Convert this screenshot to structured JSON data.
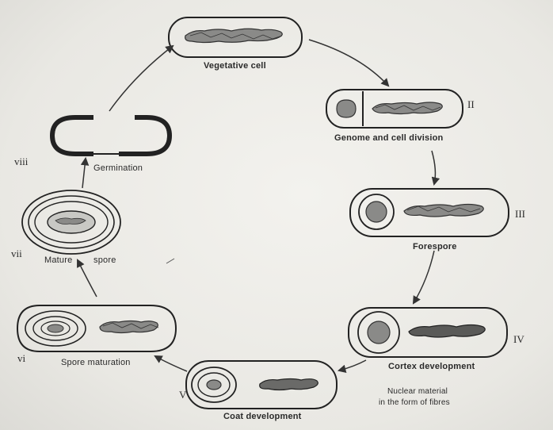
{
  "stages": {
    "vegetative": "Vegetative cell",
    "genome": "Genome and cell division",
    "forespore": "Forespore",
    "cortex": "Cortex development",
    "coat": "Coat development",
    "maturation": "Spore maturation",
    "mature_spore": "Mature",
    "mature_spore_2": "spore",
    "germination": "Germination"
  },
  "numerals": {
    "ii": "II",
    "iii": "III",
    "iv": "IV",
    "v": "V",
    "vi": "vi",
    "vii": "vii",
    "viii": "viii"
  },
  "note": {
    "line1": "Nuclear material",
    "line2": "in the form of fibres"
  }
}
